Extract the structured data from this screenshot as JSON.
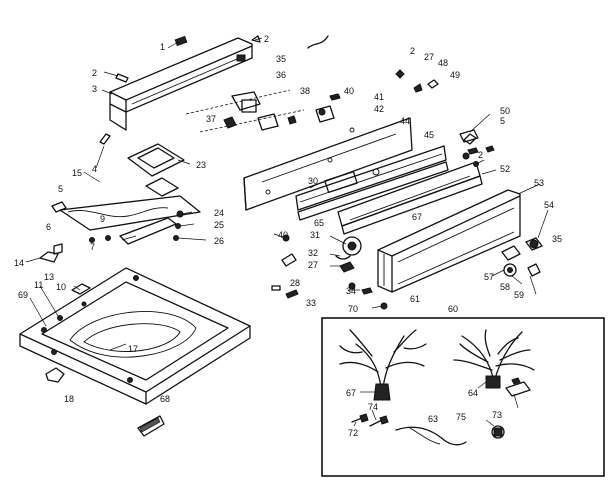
{
  "callouts": [
    {
      "id": "c1",
      "text": "1"
    },
    {
      "id": "c2a",
      "text": "2"
    },
    {
      "id": "c2b",
      "text": "2"
    },
    {
      "id": "c2c",
      "text": "2"
    },
    {
      "id": "c2d",
      "text": "2"
    },
    {
      "id": "c3",
      "text": "3"
    },
    {
      "id": "c4",
      "text": "4"
    },
    {
      "id": "c5a",
      "text": "5"
    },
    {
      "id": "c5b",
      "text": "5"
    },
    {
      "id": "c6",
      "text": "6"
    },
    {
      "id": "c7",
      "text": "7"
    },
    {
      "id": "c9",
      "text": "9"
    },
    {
      "id": "c10",
      "text": "10"
    },
    {
      "id": "c11",
      "text": "11"
    },
    {
      "id": "c13",
      "text": "13"
    },
    {
      "id": "c14",
      "text": "14"
    },
    {
      "id": "c15",
      "text": "15"
    },
    {
      "id": "c17",
      "text": "17"
    },
    {
      "id": "c18",
      "text": "18"
    },
    {
      "id": "c23",
      "text": "23"
    },
    {
      "id": "c24",
      "text": "24"
    },
    {
      "id": "c25",
      "text": "25"
    },
    {
      "id": "c26",
      "text": "26"
    },
    {
      "id": "c27a",
      "text": "27"
    },
    {
      "id": "c27b",
      "text": "27"
    },
    {
      "id": "c28",
      "text": "28"
    },
    {
      "id": "c30",
      "text": "30"
    },
    {
      "id": "c31",
      "text": "31"
    },
    {
      "id": "c32",
      "text": "32"
    },
    {
      "id": "c33",
      "text": "33"
    },
    {
      "id": "c34",
      "text": "34"
    },
    {
      "id": "c35a",
      "text": "35"
    },
    {
      "id": "c35b",
      "text": "35"
    },
    {
      "id": "c36",
      "text": "36"
    },
    {
      "id": "c37",
      "text": "37"
    },
    {
      "id": "c38",
      "text": "38"
    },
    {
      "id": "c40a",
      "text": "40"
    },
    {
      "id": "c40b",
      "text": "40"
    },
    {
      "id": "c41",
      "text": "41"
    },
    {
      "id": "c42",
      "text": "42"
    },
    {
      "id": "c44",
      "text": "44"
    },
    {
      "id": "c45",
      "text": "45"
    },
    {
      "id": "c48",
      "text": "48"
    },
    {
      "id": "c49",
      "text": "49"
    },
    {
      "id": "c50",
      "text": "50"
    },
    {
      "id": "c52",
      "text": "52"
    },
    {
      "id": "c53",
      "text": "53"
    },
    {
      "id": "c54",
      "text": "54"
    },
    {
      "id": "c57",
      "text": "57"
    },
    {
      "id": "c58",
      "text": "58"
    },
    {
      "id": "c59",
      "text": "59"
    },
    {
      "id": "c60",
      "text": "60"
    },
    {
      "id": "c61",
      "text": "61"
    },
    {
      "id": "c63",
      "text": "63"
    },
    {
      "id": "c64",
      "text": "64"
    },
    {
      "id": "c65",
      "text": "65"
    },
    {
      "id": "c67a",
      "text": "67"
    },
    {
      "id": "c67b",
      "text": "67"
    },
    {
      "id": "c68",
      "text": "68"
    },
    {
      "id": "c69",
      "text": "69"
    },
    {
      "id": "c70",
      "text": "70"
    },
    {
      "id": "c72",
      "text": "72"
    },
    {
      "id": "c73",
      "text": "73"
    },
    {
      "id": "c74",
      "text": "74"
    },
    {
      "id": "c75",
      "text": "75"
    }
  ]
}
